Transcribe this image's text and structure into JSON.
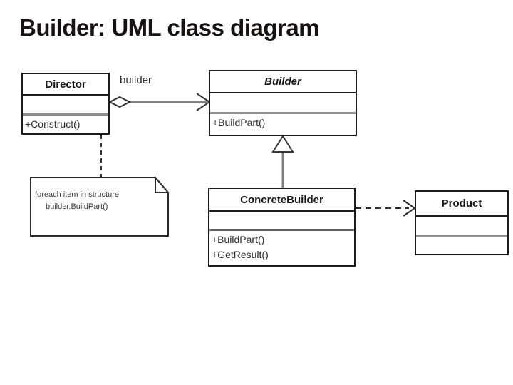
{
  "title": "Builder: UML class diagram",
  "colors": {
    "title_text": "#171210",
    "box_border": "#1c1c1c",
    "compartment_separator": "#8f8f8f",
    "association_line": "#808080",
    "background": "#ffffff"
  },
  "diagram": {
    "classes": [
      {
        "name": "Director",
        "abstract": false,
        "attributes": [],
        "methods": [
          "+Construct()"
        ]
      },
      {
        "name": "Builder",
        "abstract": true,
        "attributes": [],
        "methods": [
          "+BuildPart()"
        ]
      },
      {
        "name": "ConcreteBuilder",
        "abstract": false,
        "attributes": [],
        "methods": [
          "+BuildPart()",
          "+GetResult()"
        ]
      },
      {
        "name": "Product",
        "abstract": false,
        "attributes": [],
        "methods": []
      }
    ],
    "association_label": "builder",
    "note": {
      "line1": "foreach item in structure",
      "line2": "builder.BuildPart()"
    },
    "connectors": [
      {
        "type": "aggregation",
        "from": "Director",
        "to": "Builder",
        "label": "builder"
      },
      {
        "type": "generalization",
        "from": "ConcreteBuilder",
        "to": "Builder"
      },
      {
        "type": "dependency",
        "from": "ConcreteBuilder",
        "to": "Product"
      },
      {
        "type": "note-anchor",
        "from": "Director",
        "to": "note"
      }
    ]
  }
}
